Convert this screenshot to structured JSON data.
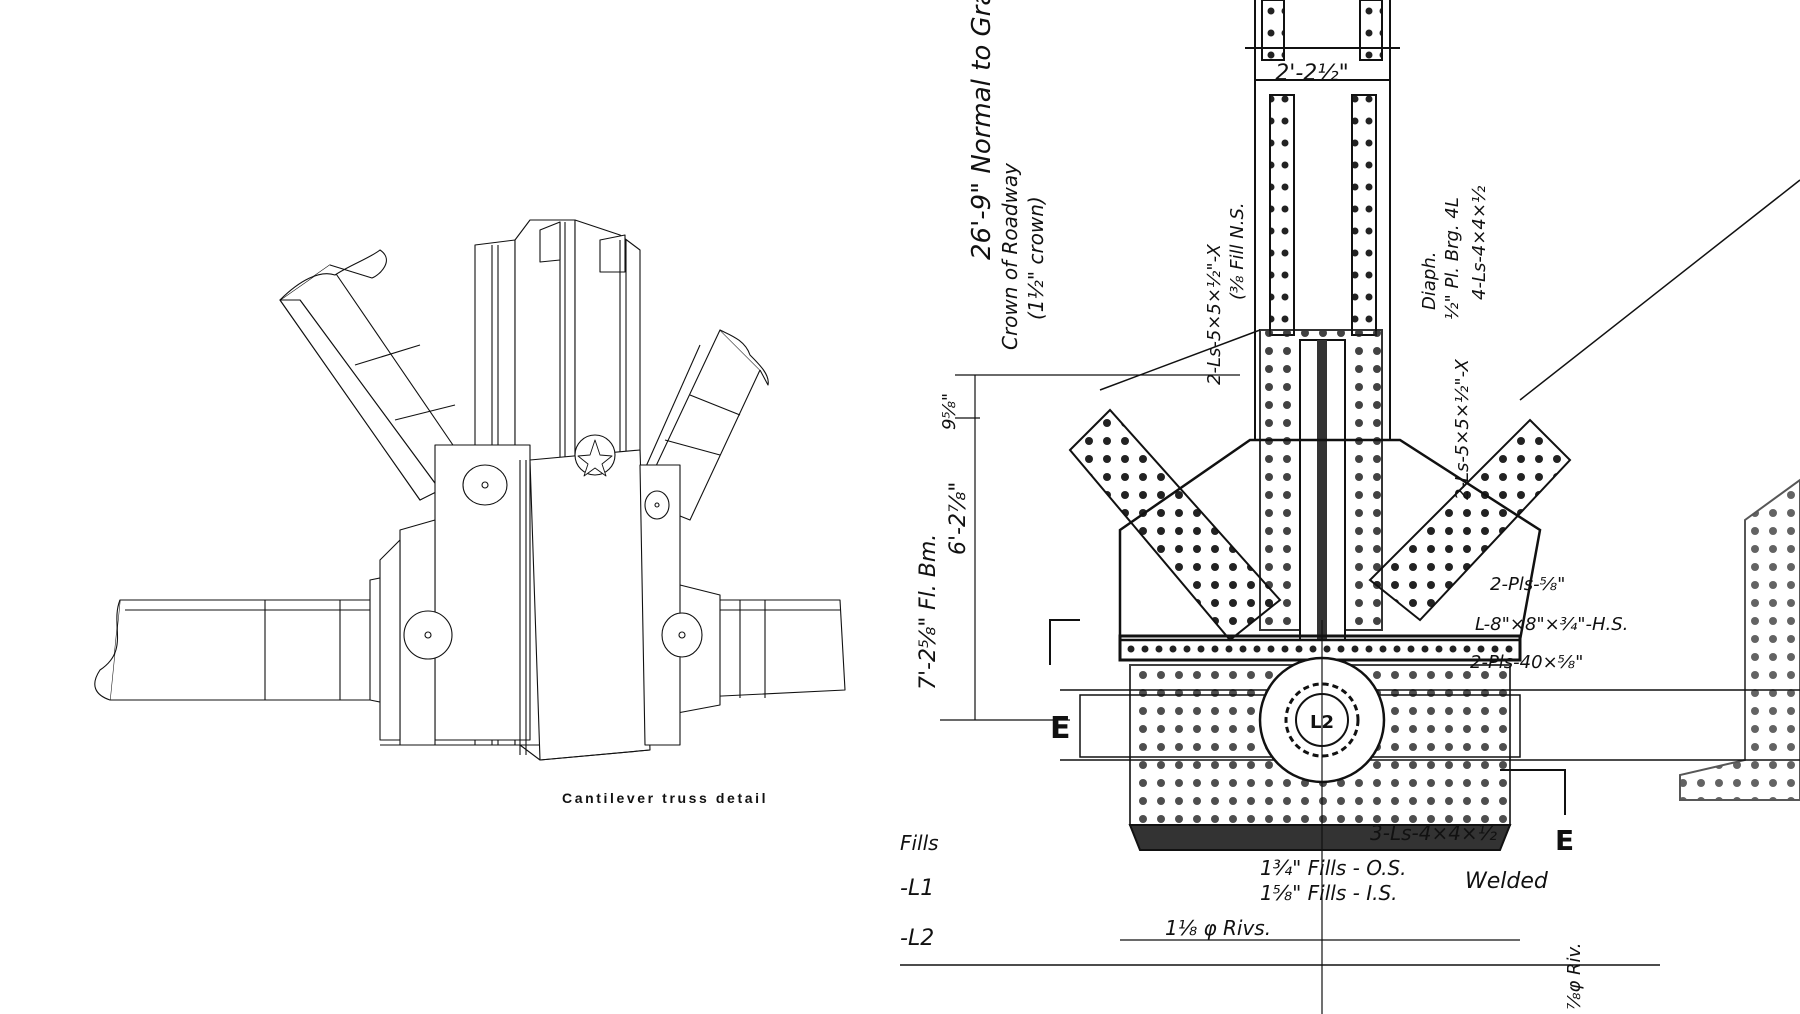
{
  "left": {
    "caption": "Cantilever truss detail"
  },
  "right": {
    "labels": {
      "top_width": "2'-2½\"",
      "normal_grade": "26'-9\" Normal to Gra",
      "crown": "Crown of Roadway",
      "crown_sub": "(1½\" crown)",
      "fill_ns": "2-Ls-5×5×½\"-X",
      "fill_ns2": "(⅜ Fill N.S.",
      "diaph": "Diaph.",
      "brg": "½\" Pl. Brg. 4L",
      "ls4": "4-Ls-4×4×½",
      "ls5": "2-Ls-5×5×½\"-X",
      "dim_95": "9⅝\"",
      "dim_627": "6'-2⅞\"",
      "fl_bm": "Fl. Bm.",
      "dim_72": "7'-2⅝\"",
      "pls58": "2-Pls-⅝\"",
      "l8": "L-8\"×8\"×¾\"-H.S.",
      "pls40": "2-Pls-40×⅝\"",
      "node": "L2",
      "ls_bottom": "3-Ls-4×4×½",
      "fills_os": "1¾\" Fills - O.S.",
      "fills_is": "1⅝\" Fills - I.S.",
      "welded": "Welded",
      "rivs": "1⅛ φ Rivs.",
      "e_left": "E",
      "e_right": "E",
      "fills_edge": "Fills",
      "l1": "-L1",
      "l2": "-L2",
      "riv_edge": "⅞φ Riv."
    }
  }
}
